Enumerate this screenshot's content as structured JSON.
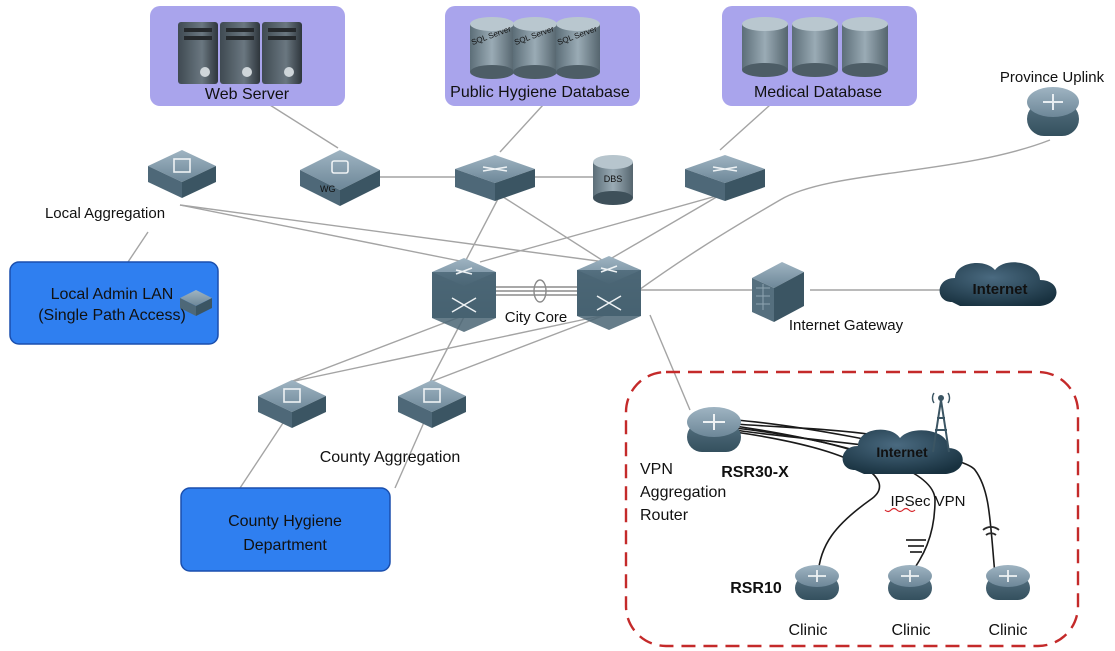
{
  "colors": {
    "server_panel": "#a9a4ec",
    "lan_box": "#2f7ff0",
    "device_top": "#7d96a8",
    "device_side": "#45606f",
    "cloud": "#1f3d4f",
    "link": "#9a9a9a",
    "vpn_tunnel": "#1a1a1a",
    "dashed_border": "#c42a2a",
    "highlight_text": "#d6242a"
  },
  "servers": {
    "web": "Web Server",
    "public_hygiene": "Public Hygiene Database",
    "medical": "Medical Database"
  },
  "province_uplink": "Province Uplink",
  "local_aggregation": "Local Aggregation",
  "local_admin_lan": [
    "Local Admin LAN",
    "(Single Path Access)"
  ],
  "city_core": "City Core",
  "internet_gateway": "Internet Gateway",
  "internet_cloud": "Internet",
  "county_aggregation": "County Aggregation",
  "county_hygiene": [
    "County Hygiene",
    "Department"
  ],
  "device_marks": {
    "wg": "WG",
    "dbs": "DBS",
    "sql": "SQL Server"
  },
  "vpn": {
    "router_model": "RSR30-X",
    "router_label": [
      "VPN",
      "Aggregation",
      "Router"
    ],
    "cloud": "Internet",
    "tunnel_label": "IPSec VPN",
    "branch_model": "RSR10",
    "clinics": [
      "Clinic",
      "Clinic",
      "Clinic"
    ]
  }
}
